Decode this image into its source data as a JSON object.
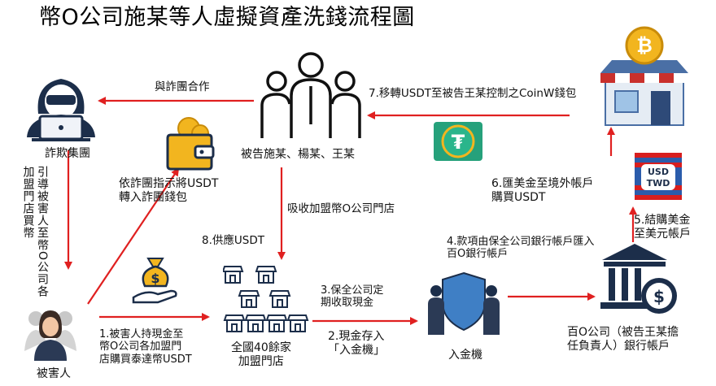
{
  "title": "幣O公司施某等人虛擬資產洗錢流程圖",
  "nodes": {
    "fraud_group": "詐欺集團",
    "defendants": "被告施某、楊某、王某",
    "victim": "被害人",
    "stores": "全國40餘家\n加盟門店",
    "atm": "入金機",
    "bank": "百O公司（被告王某擔\n任負責人）銀行帳戶",
    "transfer_note": "依詐團指示將USDT\n轉入詐團錢包"
  },
  "edges": {
    "cooperate": "與詐團合作",
    "induce": "引導被害人至幣O公司",
    "induce_col2": "各加盟門店買幣",
    "recruit": "吸收加盟幣O公司門店",
    "supply": "8.供應USDT",
    "step1": "1.被害人持現金至\n幣O公司各加盟門\n店購買泰達幣USDT",
    "step2": "2.現金存入\n「入金機」",
    "step3": "3.保全公司定\n期收取現金",
    "step4": "4.款項由保全公司銀行帳戶匯入\n百O銀行帳戶",
    "step5": "5.結購美金\n至美元帳戶",
    "step6": "6.匯美金至境外帳戶\n購買USDT",
    "step7": "7.移轉USDT至被告王某控制之CoinW錢包"
  },
  "icons": {
    "usd_twd_top": "USD",
    "usd_twd_bottom": "TWD"
  },
  "colors": {
    "arrow_red": "#e02020",
    "icon_navy": "#1c2e4a",
    "coin_gold": "#f2b51f",
    "tether_green": "#26a17b",
    "flag_blue": "#2b5cab",
    "flag_red": "#d81e1e"
  }
}
